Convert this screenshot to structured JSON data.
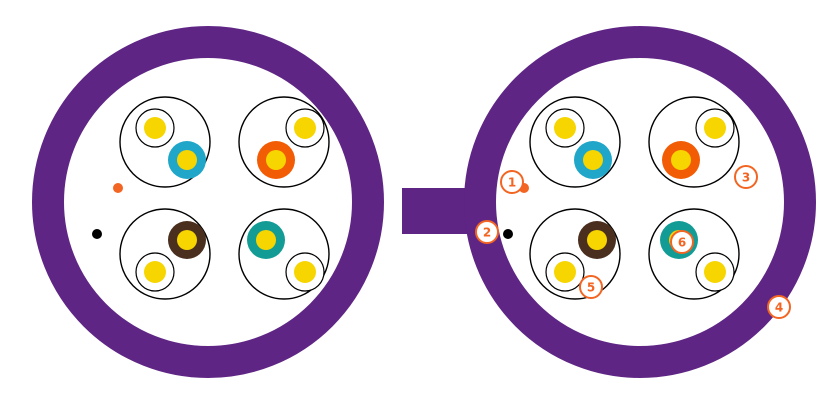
{
  "colors": {
    "jacket": "#5e2585",
    "background": "#ffffff",
    "conductor": "#f7d500",
    "outline": "#000000",
    "callout": "#f26522",
    "ripcord_left": "#f26522",
    "ripcord_right": "#f26522",
    "drain_left": "#000000",
    "drain_right": "#000000"
  },
  "pairs": [
    {
      "name": "blue-pair",
      "color": "#1fa6c9"
    },
    {
      "name": "orange-pair",
      "color": "#f25c05"
    },
    {
      "name": "brown-pair",
      "color": "#4a2e1e"
    },
    {
      "name": "green-pair",
      "color": "#139c95"
    }
  ],
  "callouts": [
    {
      "id": "1",
      "label": "1"
    },
    {
      "id": "2",
      "label": "2"
    },
    {
      "id": "3",
      "label": "3"
    },
    {
      "id": "4",
      "label": "4"
    },
    {
      "id": "5",
      "label": "5"
    },
    {
      "id": "6",
      "label": "6"
    }
  ]
}
